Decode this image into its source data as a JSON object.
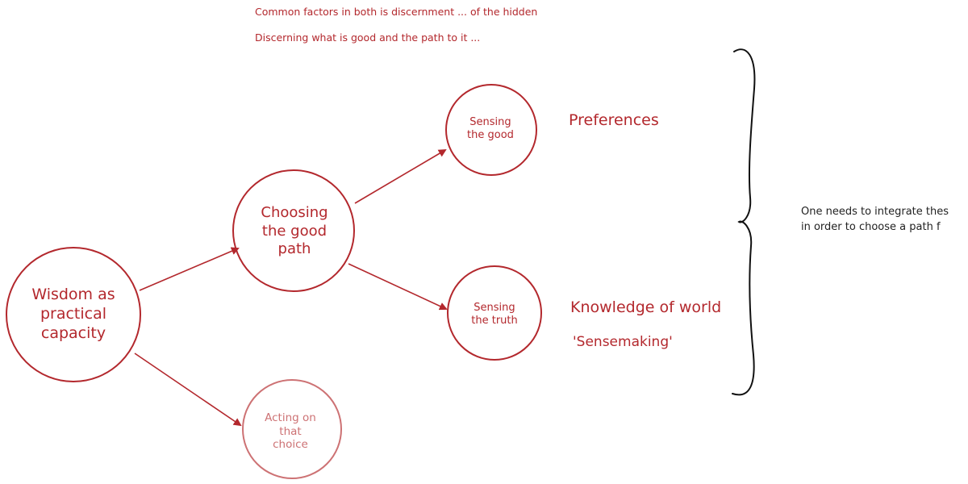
{
  "notes": {
    "line1": "Common factors in both is discernment ... of the hidden",
    "line2": "Discerning what is good and the path to it ..."
  },
  "nodes": {
    "wisdom": [
      "Wisdom as",
      "practical",
      "capacity"
    ],
    "choosing": [
      "Choosing",
      "the good",
      "path"
    ],
    "sensing_good": [
      "Sensing",
      "the good"
    ],
    "sensing_truth": [
      "Sensing",
      "the truth"
    ],
    "acting": [
      "Acting on",
      "that",
      "choice"
    ]
  },
  "labels": {
    "preferences": "Preferences",
    "knowledge": "Knowledge of world",
    "sensemaking": "'Sensemaking'"
  },
  "bracket_text": {
    "line1": "One needs to integrate thes",
    "line2": "in order to choose a path f"
  },
  "colors": {
    "primary": "#b3282d",
    "faded": "#cd7274",
    "bracket": "#111111"
  }
}
